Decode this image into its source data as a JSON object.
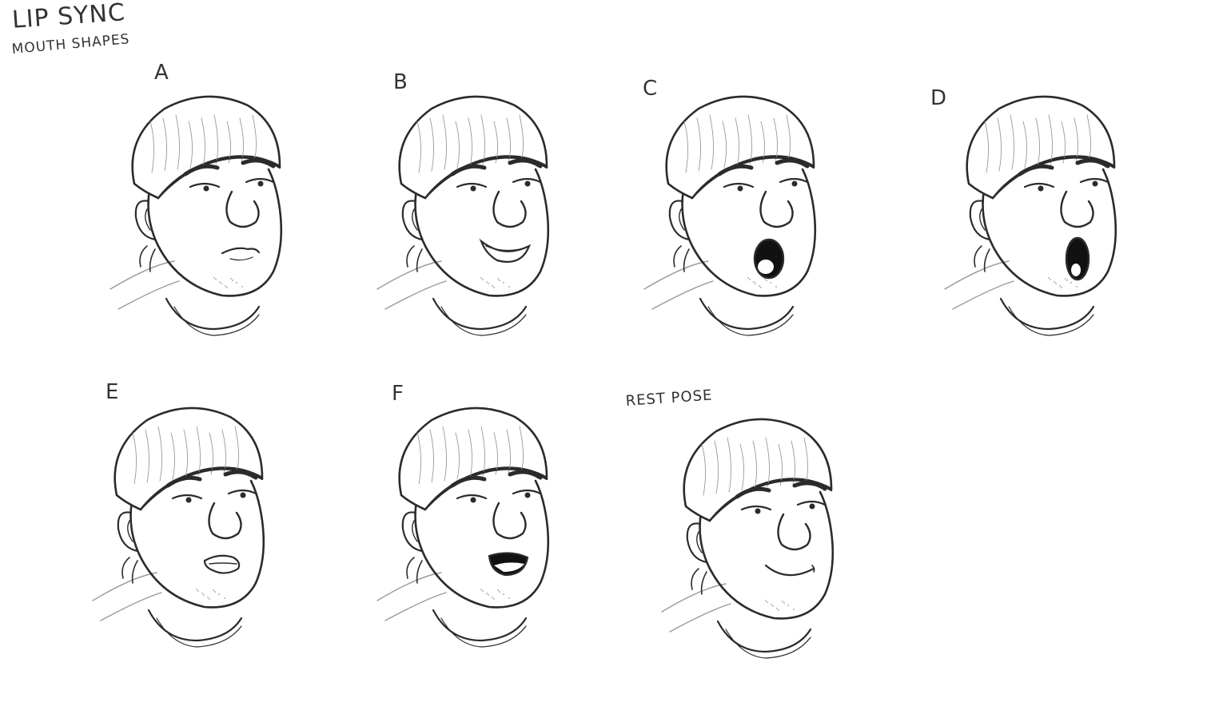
{
  "sheet": {
    "title": "LIP SYNC",
    "subtitle": "MOUTH SHAPES",
    "shapes": [
      {
        "label": "A",
        "mouth": "closed-pursed"
      },
      {
        "label": "B",
        "mouth": "wide-smile-teeth"
      },
      {
        "label": "C",
        "mouth": "open-round"
      },
      {
        "label": "D",
        "mouth": "open-tall-oval"
      },
      {
        "label": "E",
        "mouth": "puckered-lips"
      },
      {
        "label": "F",
        "mouth": "open-lower"
      },
      {
        "label": "REST POSE",
        "mouth": "closed-smile"
      }
    ]
  },
  "style": {
    "ink": "#2b2b2b",
    "background": "#ffffff",
    "shading": "#9a9a9a"
  }
}
